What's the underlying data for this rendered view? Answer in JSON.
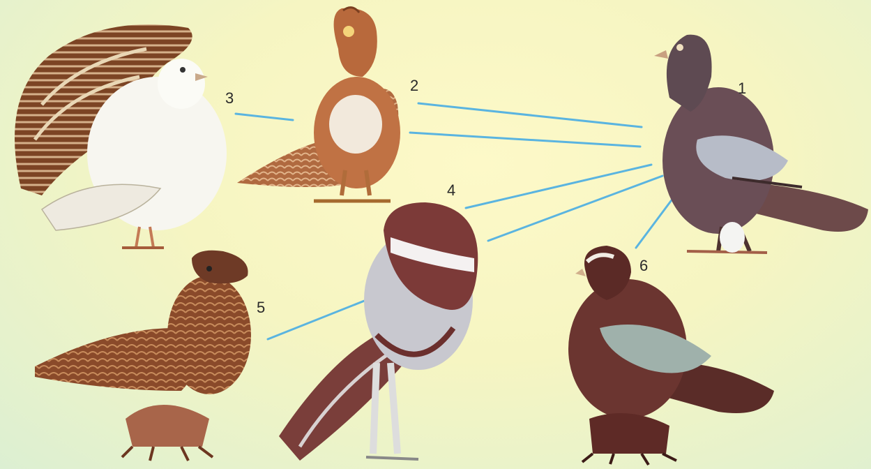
{
  "background_color": "#f6f5c2",
  "line_color": "#5ab4e0",
  "labels": {
    "n1": "1",
    "n2": "2",
    "n3": "3",
    "n4": "4",
    "n5": "5",
    "n6": "6"
  },
  "breeds": [
    {
      "label": "1",
      "icon": "pigeon-rock-dove-icon"
    },
    {
      "label": "2",
      "icon": "pigeon-pouter-icon"
    },
    {
      "label": "3",
      "icon": "pigeon-fantail-icon"
    },
    {
      "label": "4",
      "icon": "pigeon-upright-icon"
    },
    {
      "label": "5",
      "icon": "pigeon-frillback-icon"
    },
    {
      "label": "6",
      "icon": "pigeon-feather-footed-icon"
    }
  ]
}
